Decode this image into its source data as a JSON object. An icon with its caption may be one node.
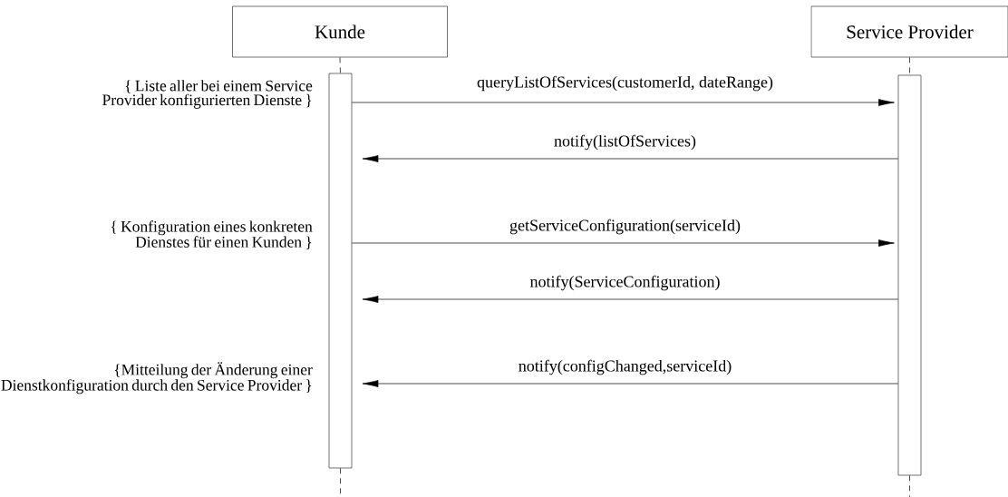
{
  "diagram": {
    "nodes": [
      {
        "text": [
          "Kunde"
        ]
      },
      {
        "text": [
          "Service Provider"
        ]
      },
      {
        "text": [],
        "shape": "bar"
      },
      {
        "text": [],
        "shape": "bar"
      }
    ],
    "edges": [
      {
        "from": 0,
        "to": 2,
        "arrow": "none",
        "style": "dashed"
      },
      {
        "from": 1,
        "to": 3,
        "arrow": "none",
        "style": "dashed"
      },
      {
        "from": 2,
        "to": null,
        "arrow": "none",
        "style": "dashed"
      },
      {
        "from": 3,
        "to": null,
        "arrow": "none",
        "style": "dashed"
      },
      {
        "from": 2,
        "to": 3,
        "arrow": "to",
        "label": "queryListOfServices(customerId, dateRange)"
      },
      {
        "from": 3,
        "to": 2,
        "arrow": "to",
        "label": "notify(listOfServices)"
      },
      {
        "from": 2,
        "to": 3,
        "arrow": "to",
        "label": "getServiceConfiguration(serviceId)"
      },
      {
        "from": 3,
        "to": 2,
        "arrow": "to",
        "label": "notify(ServiceConfiguration)"
      },
      {
        "from": 3,
        "to": 2,
        "arrow": "to",
        "label": "notify(configChanged,serviceId)"
      }
    ],
    "labels": [
      "{ Liste aller bei einem Service Provider konfigurierten Dienste }",
      "{ Konfiguration eines konkreten Dienstes für einen Kunden }",
      "{Mitteilung der Änderung einer Dienstkonfiguration durch den Service Provider }"
    ]
  }
}
